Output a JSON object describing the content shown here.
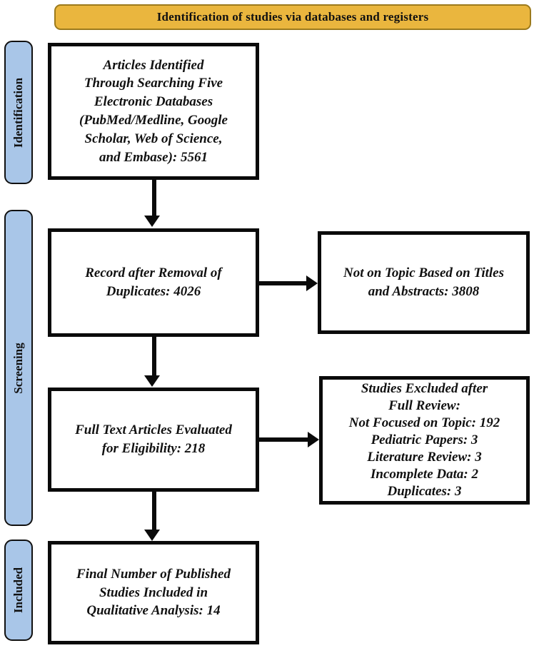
{
  "banner": {
    "label": "Identification of studies via databases and registers"
  },
  "colors": {
    "banner_bg": "#EAB63E",
    "banner_border": "#9C7A1C",
    "stage_bg": "#A9C6E8",
    "box_border": "#0A0A0A",
    "arrow": "#0A0A0A",
    "text": "#111111"
  },
  "stages": {
    "identification": "Identification",
    "screening": "Screening",
    "included": "Included"
  },
  "boxes": {
    "identified": "Articles Identified\nThrough Searching Five\nElectronic Databases\n(PubMed/Medline, Google\nScholar, Web of Science,\nand Embase): 5561",
    "dedup": "Record after Removal of\nDuplicates: 4026",
    "titles_excluded": "Not on Topic Based on Titles\nand Abstracts: 3808",
    "fulltext": "Full Text Articles Evaluated\nfor Eligibility: 218",
    "fullreview_excluded": "Studies Excluded after\nFull Review:\nNot Focused on Topic: 192\nPediatric Papers: 3\nLiterature Review: 3\nIncomplete Data: 2\nDuplicates: 3",
    "final_included": "Final Number of Published\nStudies Included in\nQualitative Analysis: 14"
  }
}
